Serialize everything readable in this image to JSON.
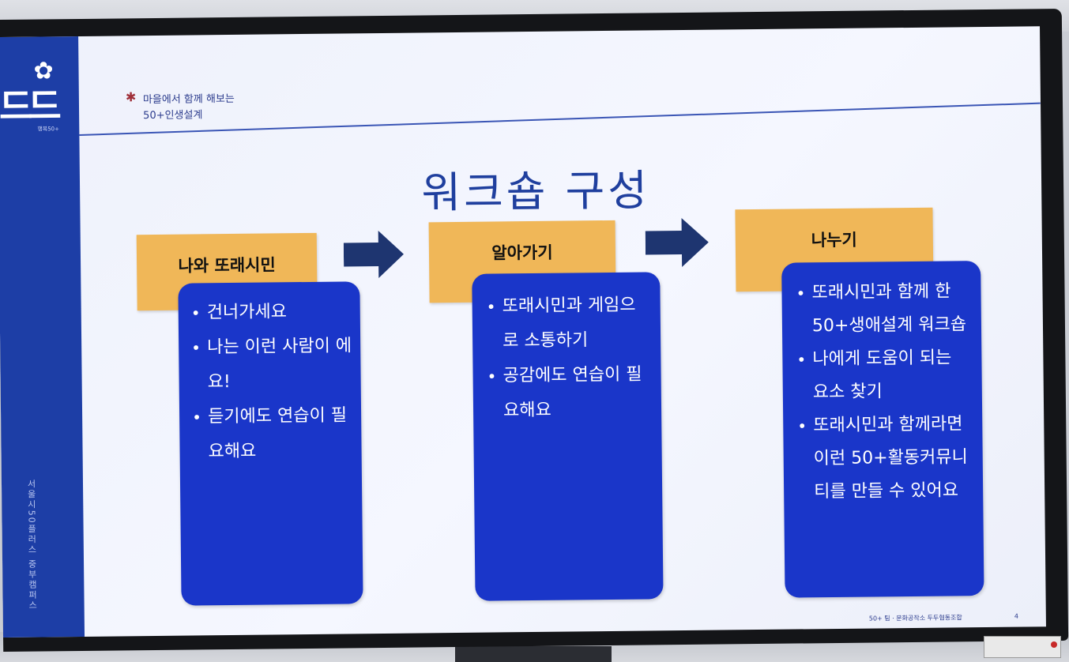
{
  "logo": {
    "text": "드드",
    "sub": "행복50+"
  },
  "sidebar_vertical_text": "서울시50플러스 중부캠퍼스 ",
  "header": {
    "line1": "마을에서 함께 해보는",
    "line2": "50+인생설계"
  },
  "title": "워크숍 구성",
  "stages": [
    {
      "label": "나와 또래시민",
      "items": [
        "건너가세요",
        "나는 이런 사람이 에요!",
        "듣기에도 연습이 필요해요"
      ]
    },
    {
      "label": "알아가기",
      "items": [
        "또래시민과 게임으로 소통하기",
        "공감에도 연습이 필요해요"
      ]
    },
    {
      "label": "나누기",
      "items": [
        "또래시민과 함께 한 50+생애설계 워크숍",
        "나에게 도움이 되는 요소 찾기",
        "또래시민과 함께라면 이런 50+활동커뮤니티를 만들 수 있어요"
      ]
    }
  ],
  "footer": "50+ 팀 · 문화공작소 두두협동조합",
  "page_number": "4",
  "colors": {
    "sidebar": "#1d3ea6",
    "label_bg": "#f0b758",
    "box_bg": "#1a36c9",
    "arrow": "#1e3570",
    "title": "#1f3f9e"
  }
}
